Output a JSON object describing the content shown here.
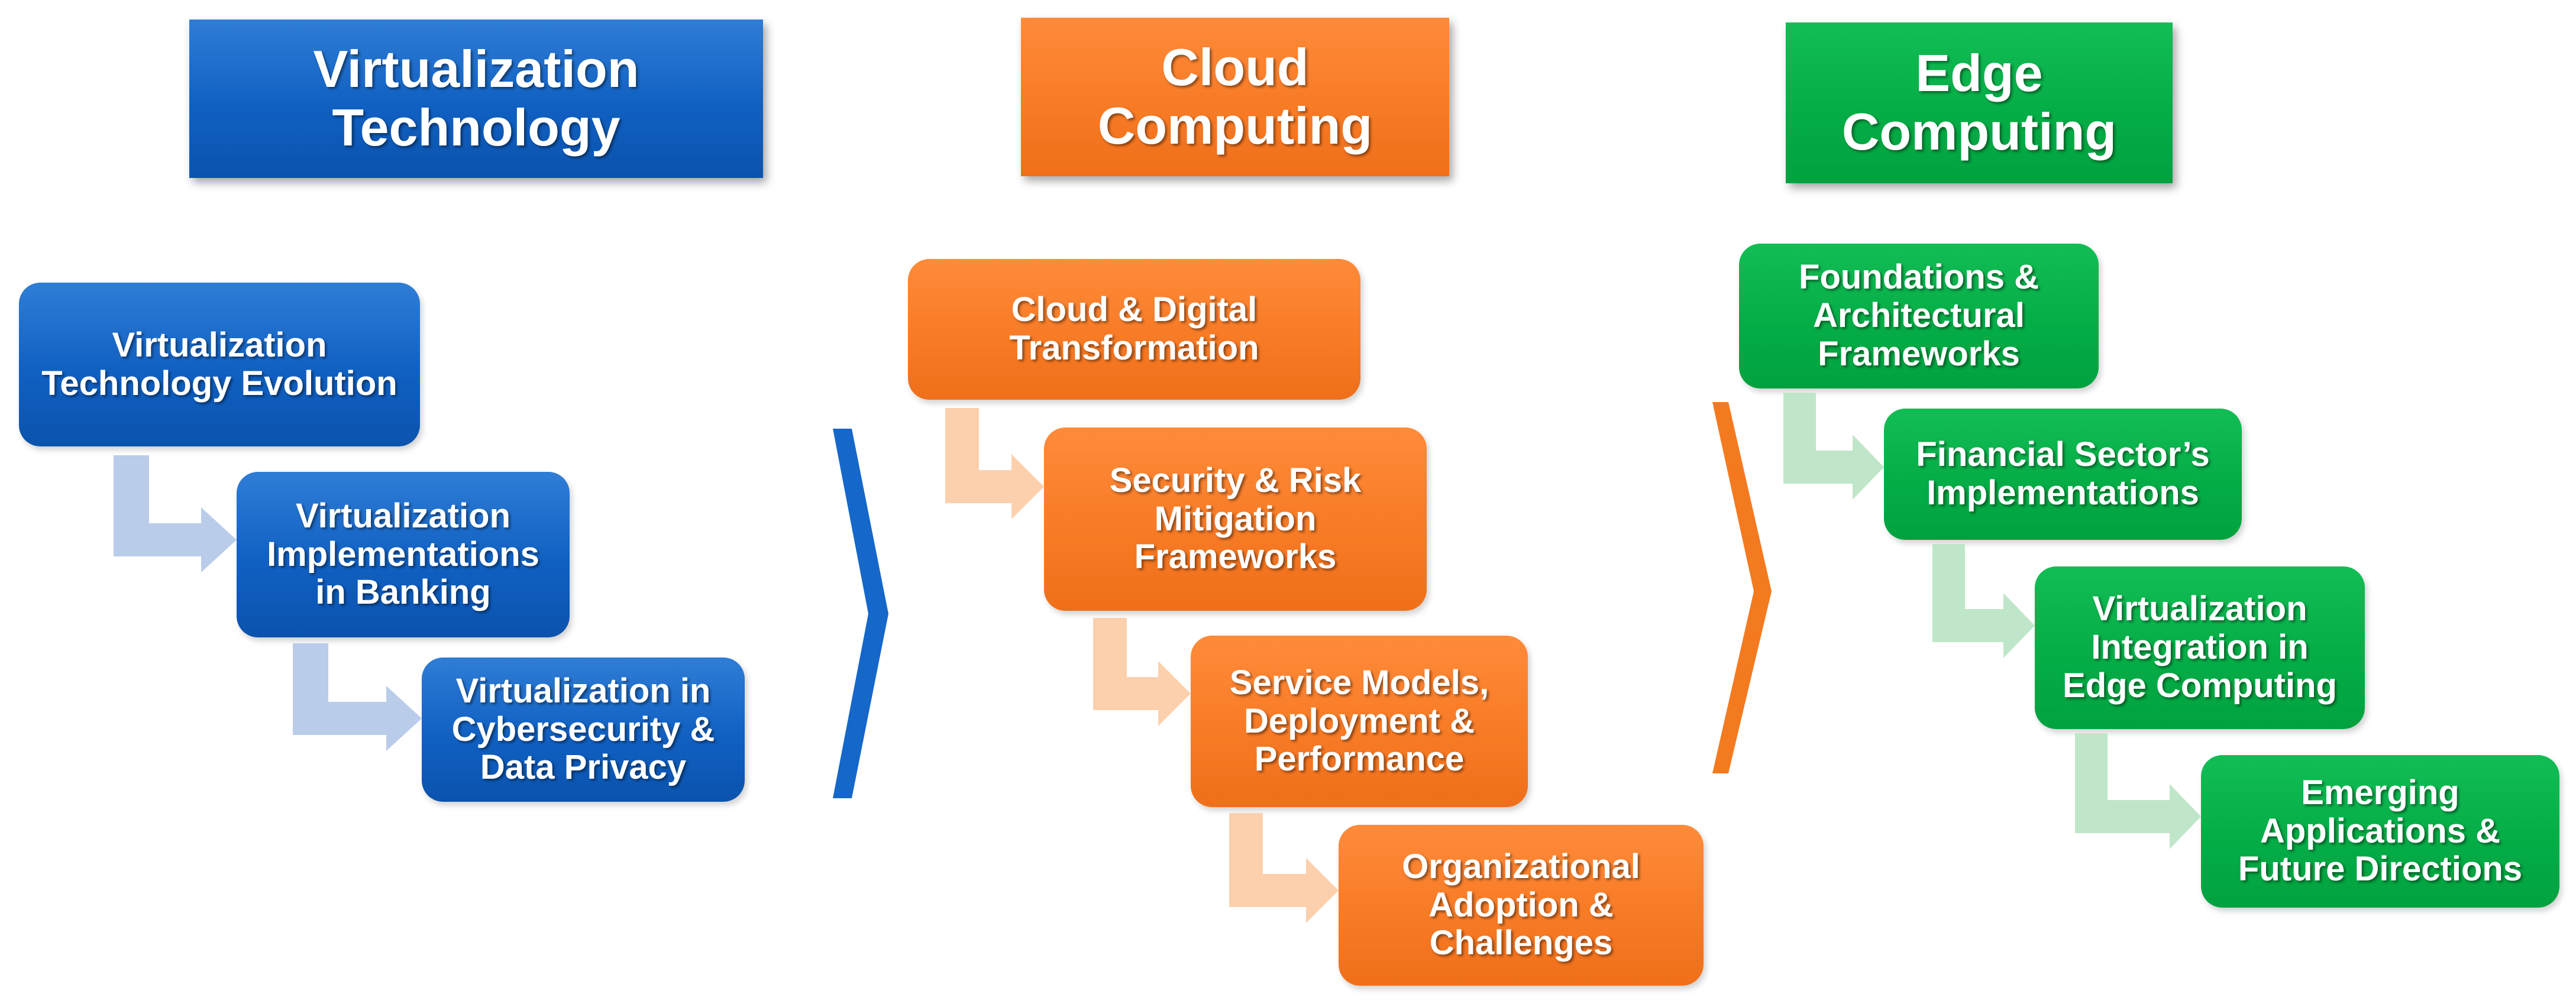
{
  "columns": [
    {
      "id": "virtualization",
      "accent": "#0b5db8",
      "arrow_color": "#b9cce9",
      "header": [
        "Virtualization",
        "Technology"
      ],
      "steps": [
        [
          "Virtualization",
          "Technology Evolution"
        ],
        [
          "Virtualization",
          "Implementations",
          "in Banking"
        ],
        [
          "Virtualization in",
          "Cybersecurity &",
          "Data Privacy"
        ]
      ]
    },
    {
      "id": "cloud",
      "accent": "#f47a20",
      "arrow_color": "#fcd0ad",
      "header": [
        "Cloud",
        "Computing"
      ],
      "steps": [
        [
          "Cloud & Digital",
          "Transformation"
        ],
        [
          "Security & Risk",
          "Mitigation",
          "Frameworks"
        ],
        [
          "Service Models,",
          "Deployment &",
          "Performance"
        ],
        [
          "Organizational",
          "Adoption &",
          "Challenges"
        ]
      ]
    },
    {
      "id": "edge",
      "accent": "#00a84a",
      "arrow_color": "#bfe6c8",
      "header": [
        "Edge",
        "Computing"
      ],
      "steps": [
        [
          "Foundations &",
          "Architectural",
          "Frameworks"
        ],
        [
          "Financial Sector’s",
          "Implementations"
        ],
        [
          "Virtualization",
          "Integration in",
          "Edge Computing"
        ],
        [
          "Emerging",
          "Applications &",
          "Future Directions"
        ]
      ]
    }
  ]
}
